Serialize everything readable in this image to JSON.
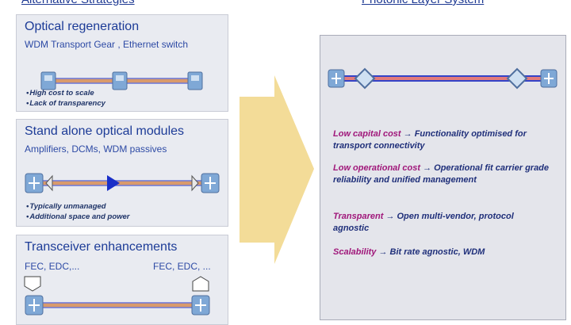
{
  "headers": {
    "left": "Alternative Strategies",
    "right": "Photonic Layer System"
  },
  "panels": [
    {
      "title": "Optical regeneration",
      "subtitle": "WDM Transport Gear , Ethernet switch",
      "bullets": [
        "High cost to scale",
        "Lack of transparency"
      ]
    },
    {
      "title": "Stand alone optical modules",
      "subtitle": "Amplifiers, DCMs, WDM passives",
      "bullets": [
        "Typically unmanaged",
        "Additional space and power"
      ]
    },
    {
      "title": "Transceiver enhancements",
      "label_left": "FEC, EDC,...",
      "label_right": "FEC, EDC, ..."
    }
  ],
  "benefits": [
    {
      "key": "Low capital cost",
      "arrow": "→",
      "text": "Functionality optimised for transport connectivity"
    },
    {
      "key": "Low operational cost",
      "arrow": "→",
      "text": "Operational fit carrier grade reliability and unified management"
    },
    {
      "key": "Transparent",
      "arrow": "→",
      "text": "Open multi-vendor, protocol agnostic"
    },
    {
      "key": "Scalability",
      "arrow": "→",
      "text": "Bit rate agnostic, WDM"
    }
  ],
  "colors": {
    "title_blue": "#1c3b97",
    "keyword_magenta": "#a0177a",
    "arrow_gold": "#f3dc98",
    "panel_bg": "#e9ebf1"
  }
}
